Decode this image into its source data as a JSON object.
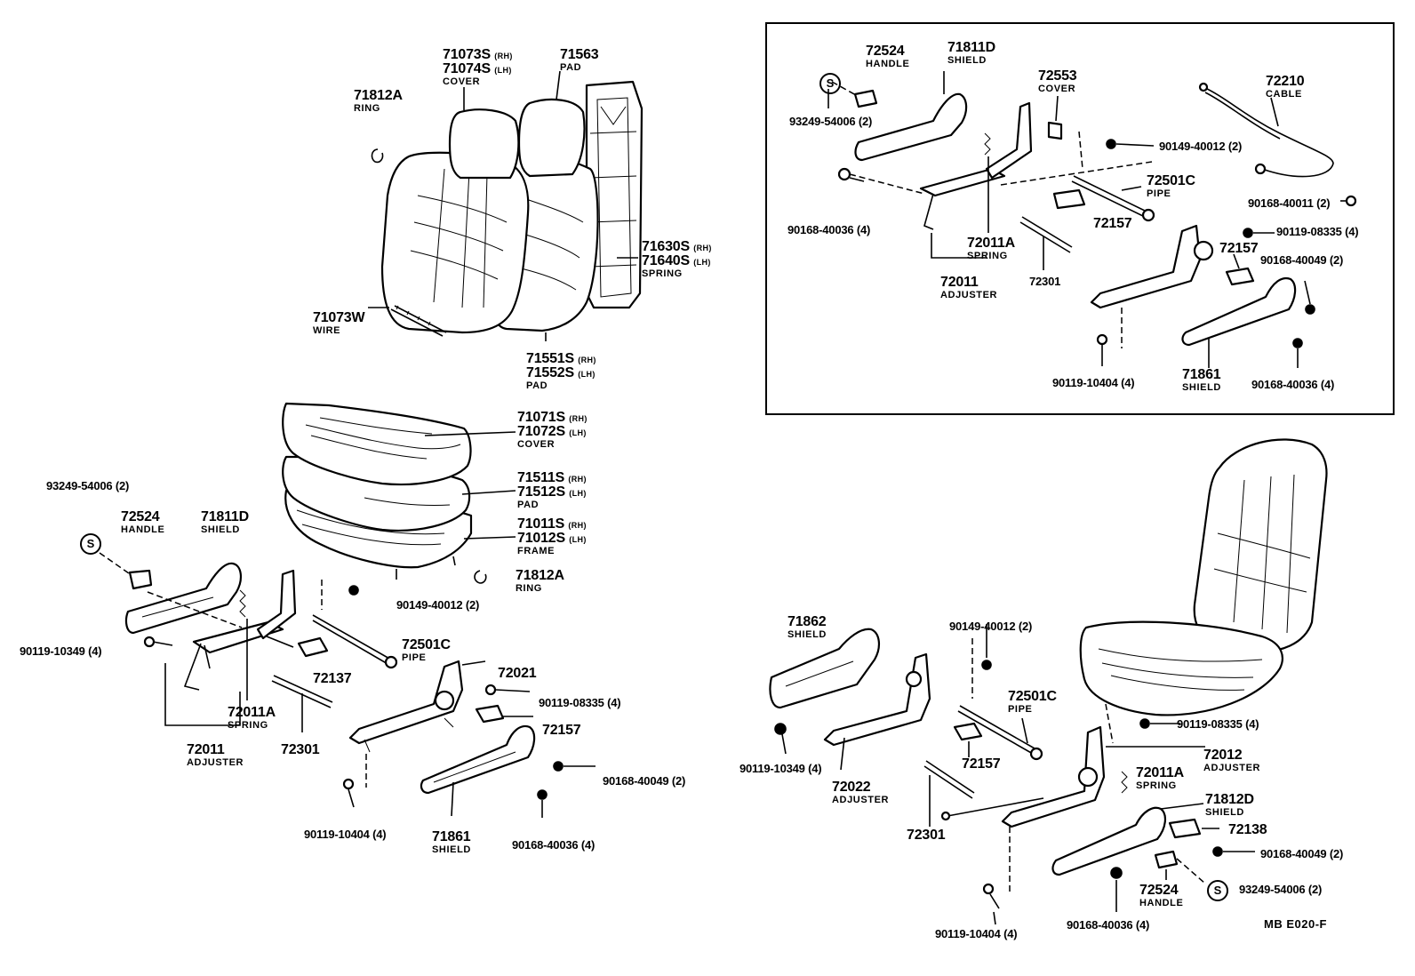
{
  "diagram_code": "MB  E020-F",
  "symbol_s": "S",
  "backrest": {
    "cover": {
      "num_rh": "71073S",
      "rh": "(RH)",
      "num_lh": "71074S",
      "lh": "(LH)",
      "desc": "COVER"
    },
    "pad_top": {
      "num": "71563",
      "desc": "PAD"
    },
    "ring": {
      "num": "71812A",
      "desc": "RING"
    },
    "spring": {
      "num_rh": "71630S",
      "rh": "(RH)",
      "num_lh": "71640S",
      "lh": "(LH)",
      "desc": "SPRING"
    },
    "wire": {
      "num": "71073W",
      "desc": "WIRE"
    },
    "pad": {
      "num_rh": "71551S",
      "rh": "(RH)",
      "num_lh": "71552S",
      "lh": "(LH)",
      "desc": "PAD"
    }
  },
  "cushion": {
    "cover": {
      "num_rh": "71071S",
      "rh": "(RH)",
      "num_lh": "71072S",
      "lh": "(LH)",
      "desc": "COVER"
    },
    "pad": {
      "num_rh": "71511S",
      "rh": "(RH)",
      "num_lh": "71512S",
      "lh": "(LH)",
      "desc": "PAD"
    },
    "frame": {
      "num_rh": "71011S",
      "rh": "(RH)",
      "num_lh": "71012S",
      "lh": "(LH)",
      "desc": "FRAME"
    },
    "ring": {
      "num": "71812A",
      "desc": "RING"
    }
  },
  "left_group": {
    "screw_s": {
      "num": "93249-54006",
      "qty": "(2)"
    },
    "handle": {
      "num": "72524",
      "desc": "HANDLE"
    },
    "shield_top": {
      "num": "71811D",
      "desc": "SHIELD"
    },
    "bolt_a": {
      "num": "90149-40012",
      "qty": "(2)"
    },
    "pipe": {
      "num": "72501C",
      "desc": "PIPE"
    },
    "bolt_b": {
      "num": "90119-10349",
      "qty": "(4)"
    },
    "part_72137": {
      "num": "72137"
    },
    "spring": {
      "num": "72011A",
      "desc": "SPRING"
    },
    "adjuster": {
      "num": "72011",
      "desc": "ADJUSTER"
    },
    "part_72301": {
      "num": "72301"
    },
    "part_72021": {
      "num": "72021"
    },
    "bolt_c": {
      "num": "90119-08335",
      "qty": "(4)"
    },
    "part_72157": {
      "num": "72157"
    },
    "bolt_d": {
      "num": "90168-40049",
      "qty": "(2)"
    },
    "bolt_e": {
      "num": "90119-10404",
      "qty": "(4)"
    },
    "shield_bottom": {
      "num": "71861",
      "desc": "SHIELD"
    },
    "bolt_f": {
      "num": "90168-40036",
      "qty": "(4)"
    }
  },
  "inset_group": {
    "handle": {
      "num": "72524",
      "desc": "HANDLE"
    },
    "shield_top": {
      "num": "71811D",
      "desc": "SHIELD"
    },
    "screw_s": {
      "num": "93249-54006",
      "qty": "(2)"
    },
    "cover": {
      "num": "72553",
      "desc": "COVER"
    },
    "cable": {
      "num": "72210",
      "desc": "CABLE"
    },
    "bolt_a": {
      "num": "90149-40012",
      "qty": "(2)"
    },
    "pipe": {
      "num": "72501C",
      "desc": "PIPE"
    },
    "bolt_g": {
      "num": "90168-40011",
      "qty": "(2)"
    },
    "bolt_f1": {
      "num": "90168-40036",
      "qty": "(4)"
    },
    "spring": {
      "num": "72011A",
      "desc": "SPRING"
    },
    "part_72157a": {
      "num": "72157"
    },
    "bolt_c": {
      "num": "90119-08335",
      "qty": "(4)"
    },
    "part_72157b": {
      "num": "72157"
    },
    "bolt_d": {
      "num": "90168-40049",
      "qty": "(2)"
    },
    "adjuster": {
      "num": "72011",
      "desc": "ADJUSTER"
    },
    "part_72301": {
      "num": "72301"
    },
    "bolt_e": {
      "num": "90119-10404",
      "qty": "(4)"
    },
    "shield_bottom": {
      "num": "71861",
      "desc": "SHIELD"
    },
    "bolt_f2": {
      "num": "90168-40036",
      "qty": "(4)"
    }
  },
  "right_group": {
    "shield_top": {
      "num": "71862",
      "desc": "SHIELD"
    },
    "bolt_a": {
      "num": "90149-40012",
      "qty": "(2)"
    },
    "pipe": {
      "num": "72501C",
      "desc": "PIPE"
    },
    "bolt_c": {
      "num": "90119-08335",
      "qty": "(4)"
    },
    "bolt_b": {
      "num": "90119-10349",
      "qty": "(4)"
    },
    "part_72157": {
      "num": "72157"
    },
    "adjuster_a": {
      "num": "72012",
      "desc": "ADJUSTER"
    },
    "spring": {
      "num": "72011A",
      "desc": "SPRING"
    },
    "adjuster_b": {
      "num": "72022",
      "desc": "ADJUSTER"
    },
    "shield_bottom": {
      "num": "71812D",
      "desc": "SHIELD"
    },
    "part_72301": {
      "num": "72301"
    },
    "part_72138": {
      "num": "72138"
    },
    "bolt_d": {
      "num": "90168-40049",
      "qty": "(2)"
    },
    "handle": {
      "num": "72524",
      "desc": "HANDLE"
    },
    "screw_s": {
      "num": "93249-54006",
      "qty": "(2)"
    },
    "bolt_e": {
      "num": "90119-10404",
      "qty": "(4)"
    },
    "bolt_f": {
      "num": "90168-40036",
      "qty": "(4)"
    }
  }
}
